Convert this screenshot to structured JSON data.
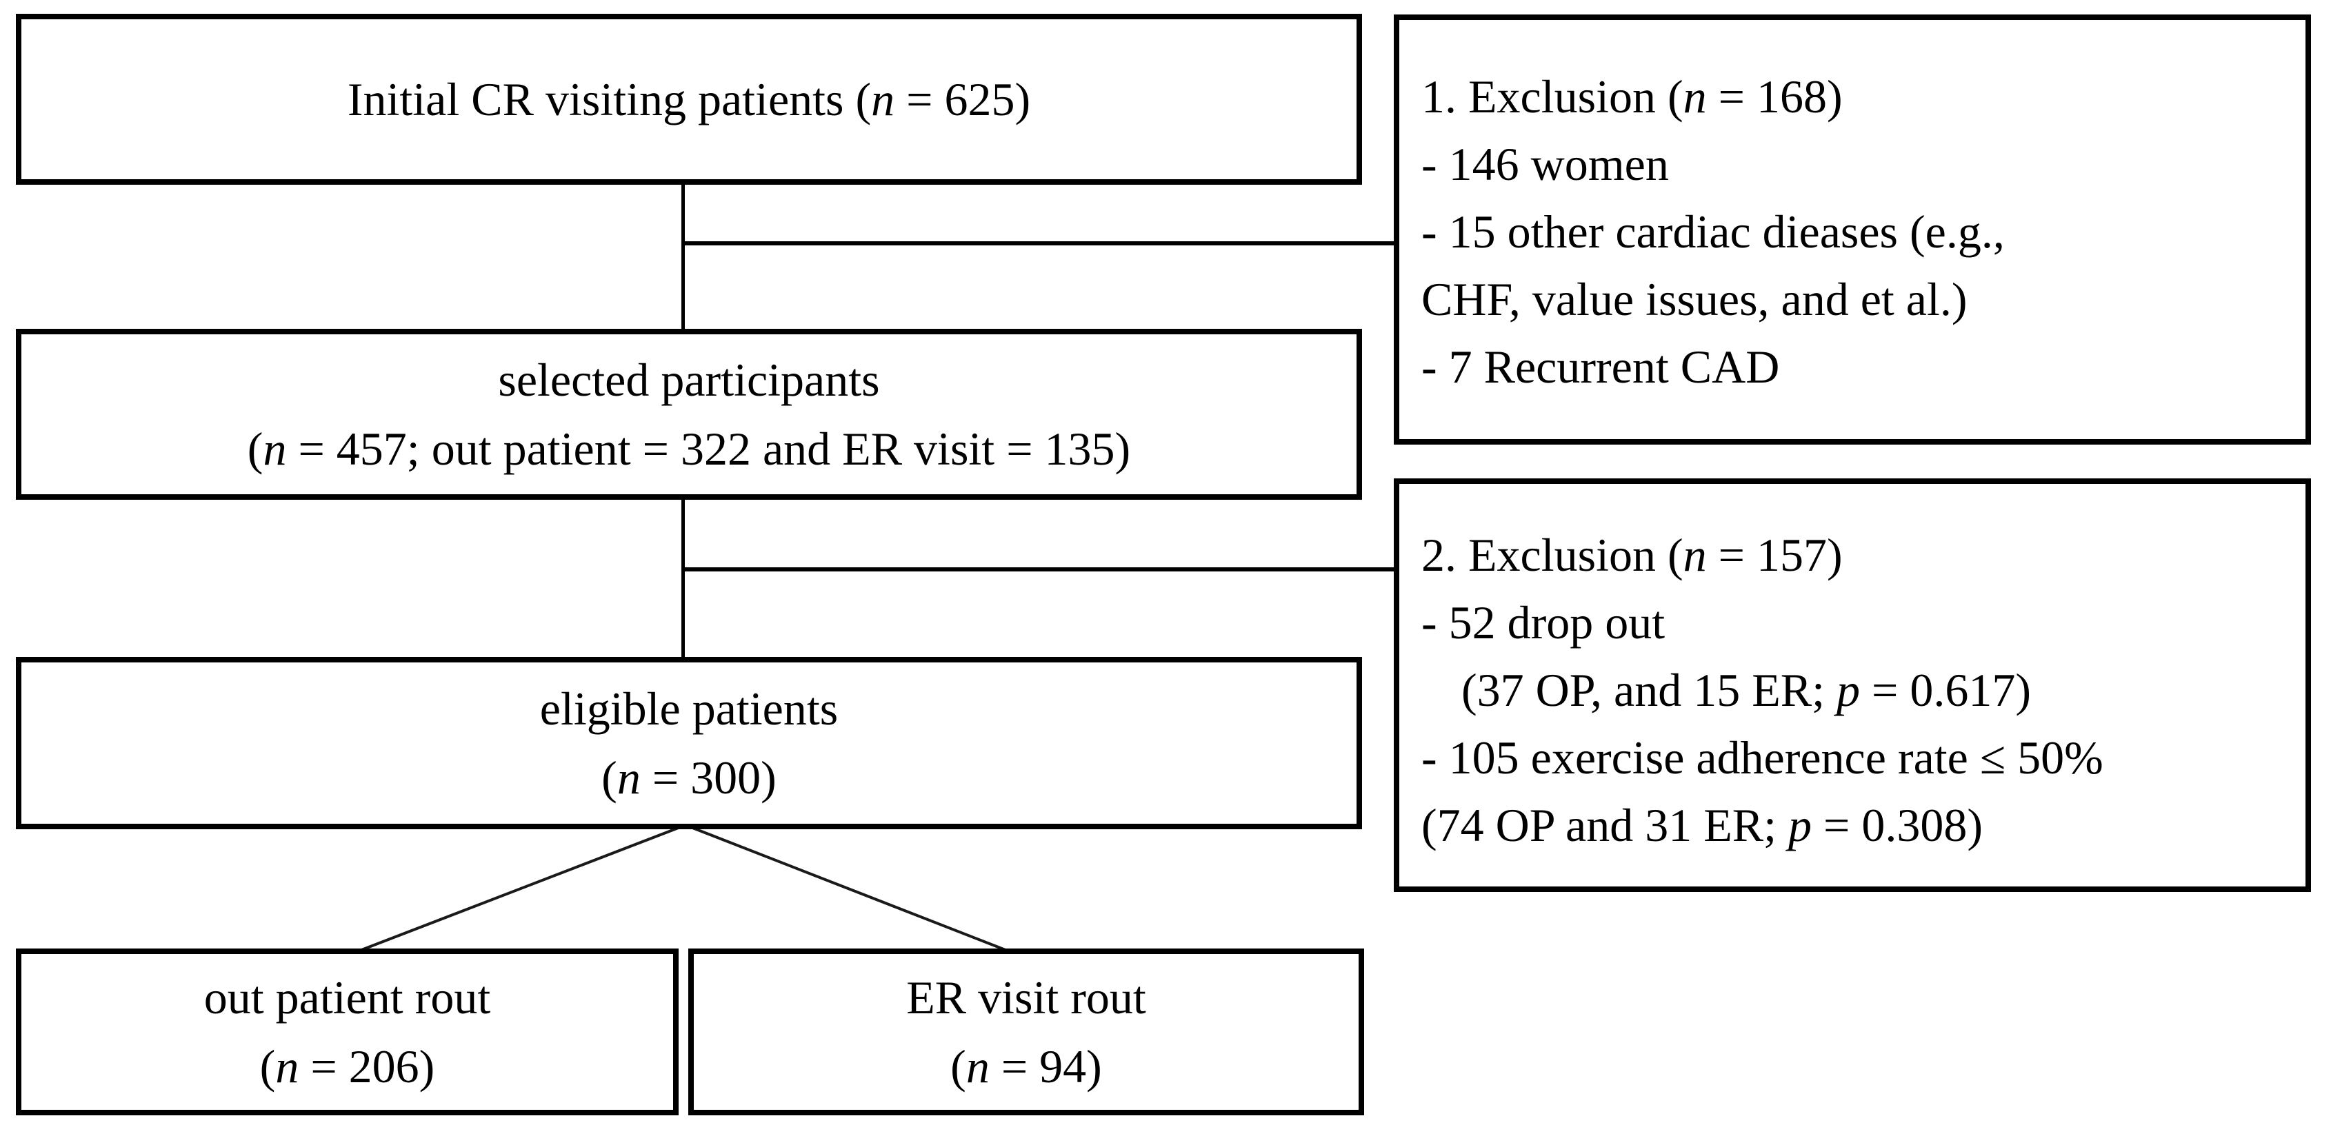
{
  "figure": {
    "description": "Patient selection flow diagram",
    "colors": {
      "border": "#000000",
      "background": "#ffffff",
      "text": "#000000"
    },
    "boxes": {
      "initial": {
        "pre": "Initial CR visiting patients (",
        "var": "n",
        "post": " = 625)"
      },
      "selected": {
        "line1": "selected participants",
        "line2_pre": "(",
        "line2_var": "n",
        "line2_post": " = 457; out patient = 322 and ER visit = 135)"
      },
      "eligible": {
        "line1": "eligible patients",
        "line2_pre": "(",
        "line2_var": "n",
        "line2_post": " = 300)"
      },
      "outpatient": {
        "line1": "out patient rout",
        "line2_pre": "(",
        "line2_var": "n",
        "line2_post": " = 206)"
      },
      "er": {
        "line1": "ER visit rout",
        "line2_pre": "(",
        "line2_var": "n",
        "line2_post": " = 94)"
      },
      "exclusion1": {
        "line1_pre": "1. Exclusion (",
        "line1_var": "n",
        "line1_post": " = 168)",
        "line2": "- 146 women",
        "line3": "- 15 other cardiac dieases (e.g.,",
        "line4": "CHF, value issues, and et al.)",
        "line5": "- 7 Recurrent CAD"
      },
      "exclusion2": {
        "line1_pre": "2. Exclusion (",
        "line1_var": "n",
        "line1_post": " = 157)",
        "line2": "- 52 drop out",
        "line3_pre": "(37 OP, and 15 ER; ",
        "line3_var": "p",
        "line3_post": " = 0.617)",
        "line4": "- 105 exercise adherence rate ≤ 50%",
        "line5_pre": "(74 OP and 31 ER; ",
        "line5_var": "p",
        "line5_post": " = 0.308)"
      }
    }
  }
}
